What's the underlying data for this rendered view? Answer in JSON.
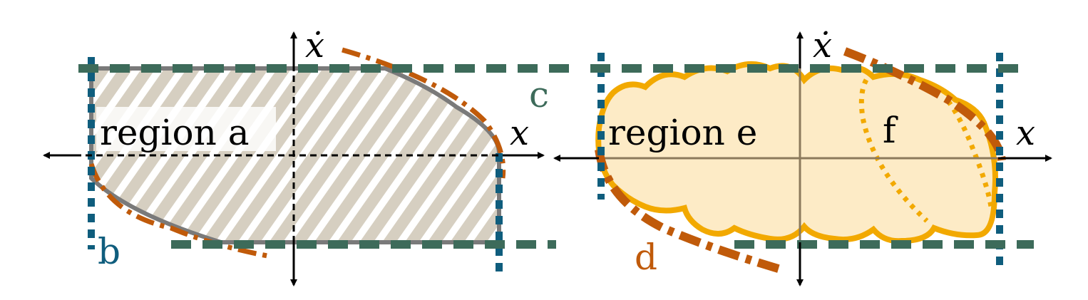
{
  "colors": {
    "axis": "#000000",
    "region_a_fill": "#d6cfc1",
    "region_a_stripe": "#ffffff",
    "region_a_border": "#7a7a7a",
    "region_e_fill": "#fdebc6",
    "region_e_border": "#f2a900",
    "right_axis": "#8c7a5c",
    "dash_blue": "#0f5d7d",
    "dash_green": "#3d6b5a",
    "dash_orange": "#c05a0a",
    "label_blue": "#0f5d7d",
    "label_green": "#3d6b5a",
    "label_orange": "#c05a0a"
  },
  "left_panel": {
    "x_axis_label": "x",
    "y_axis_label": "ẋ",
    "region_a_label": "region a",
    "label_b": "b",
    "label_c": "c"
  },
  "right_panel": {
    "x_axis_label": "x",
    "y_axis_label": "ẋ",
    "region_e_label": "region e",
    "region_f_label": "f",
    "label_d": "d"
  }
}
